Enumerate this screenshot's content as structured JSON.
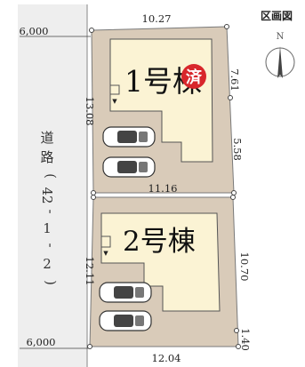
{
  "legend": {
    "title": "区画図",
    "north_letter": "N"
  },
  "road": {
    "chars": [
      "道",
      "路",
      "(",
      "42",
      "-",
      "1",
      "-",
      "2",
      ")"
    ]
  },
  "lots": [
    {
      "label": "1号棟",
      "sold_badge": "済",
      "status": "sold",
      "dims": {
        "top": "10.27",
        "left": "13.08",
        "right_upper": "7.61",
        "right_lower": "5.58",
        "bottom": "11.16"
      },
      "parking_spaces": 2
    },
    {
      "label": "2号棟",
      "status": "available",
      "dims": {
        "left": "12.11",
        "right": "10.70",
        "bottom_right": "1.40",
        "bottom": "12.04"
      },
      "parking_spaces": 2
    }
  ],
  "road_widths": {
    "top": "6,000",
    "bottom": "6,000"
  },
  "colors": {
    "lot_fill": "#d9cbb9",
    "building_fill": "#fbf3d4",
    "road_fill": "#eeeeee",
    "sold_badge": "#d8262b"
  }
}
